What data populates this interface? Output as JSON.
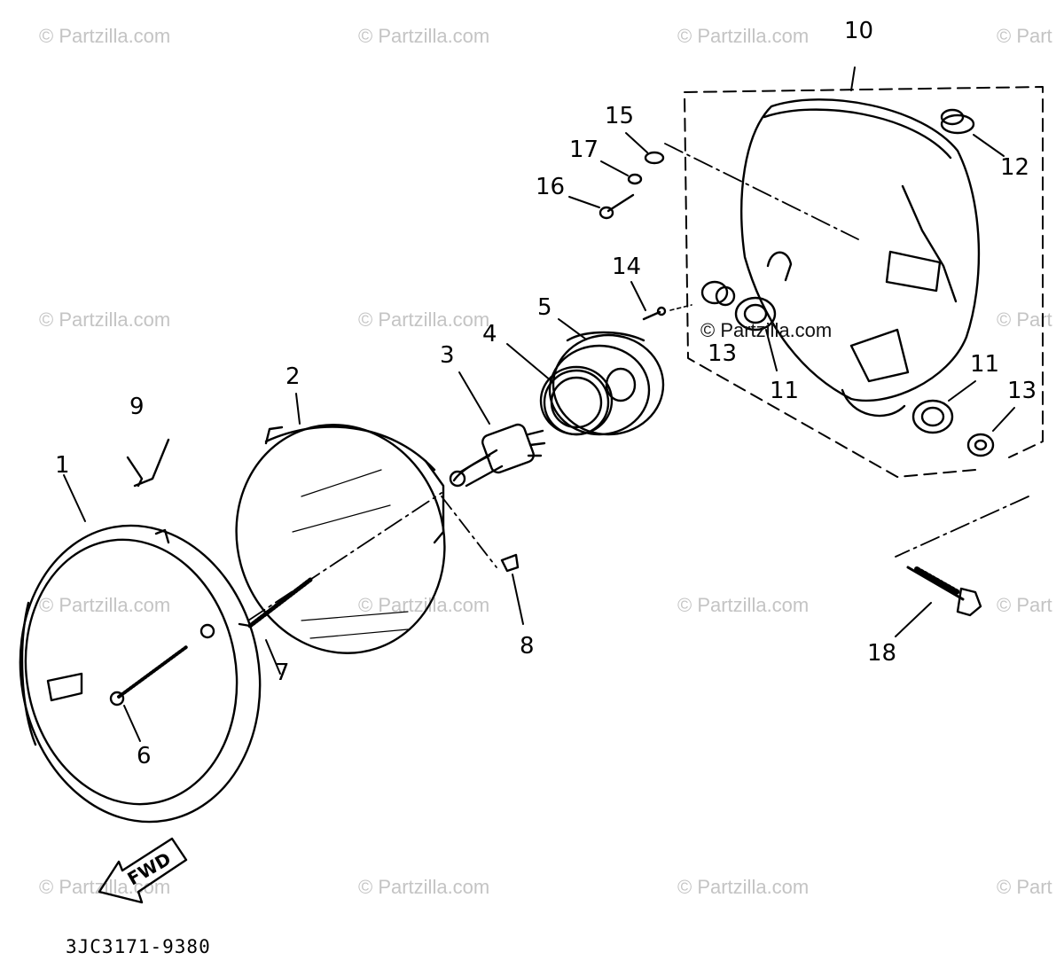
{
  "watermark": "© Partzilla.com",
  "watermark_partial": "© Part",
  "diagram_code": "3JC3171-9380",
  "fwd_label": "FWD",
  "callouts": {
    "c1": "1",
    "c2": "2",
    "c3": "3",
    "c4": "4",
    "c5": "5",
    "c6": "6",
    "c7": "7",
    "c8": "8",
    "c9": "9",
    "c10": "10",
    "c11a": "11",
    "c11b": "11",
    "c12": "12",
    "c13a": "13",
    "c13b": "13",
    "c14": "14",
    "c15": "15",
    "c16": "16",
    "c17": "17",
    "c18": "18"
  },
  "inline_watermark": "© Partzilla.com"
}
